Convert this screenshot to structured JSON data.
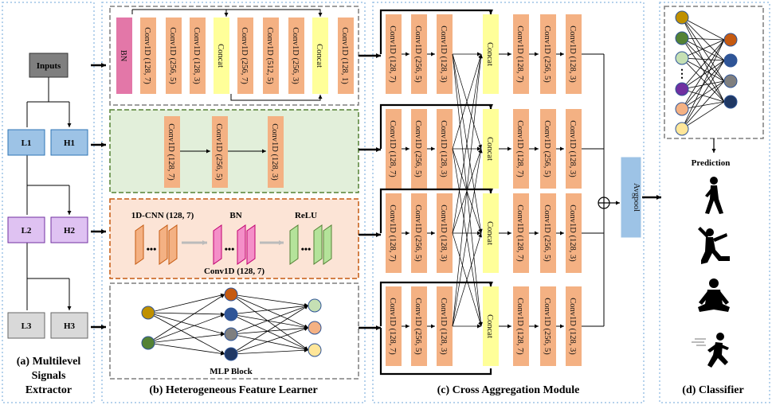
{
  "captions": {
    "extractor_line1": "(a) Multilevel",
    "extractor_line2": "Signals",
    "extractor_line3": "Extractor",
    "learner": "(b) Heterogeneous Feature Learner",
    "aggregation": "(c) Cross Aggregation Module",
    "classifier": "(d) Classifier"
  },
  "extractor": {
    "inputs": "Inputs",
    "levels": [
      {
        "low": "L1",
        "high": "H1"
      },
      {
        "low": "L2",
        "high": "H2"
      },
      {
        "low": "L3",
        "high": "H3"
      }
    ]
  },
  "learner": {
    "branch1": {
      "bn": "BN",
      "convs": [
        "Conv1D (128, 7)",
        "Conv1D (256, 5)",
        "Conv1D (128, 3)"
      ],
      "concat1": "Concat",
      "convs2": [
        "Conv1D (256, 7)",
        "Conv1D (512, 5)",
        "Conv1D (256, 3)"
      ],
      "concat2": "Concat",
      "final": "Conv1D (128, 1)"
    },
    "branch2": {
      "convs": [
        "Conv1D (128, 7)",
        "Conv1D (256, 5)",
        "Conv1D (128, 3)"
      ]
    },
    "branch3": {
      "cnn": "1D-CNN (128, 7)",
      "bn": "BN",
      "relu": "ReLU",
      "conv": "Conv1D (128, 7)",
      "dots": "•••"
    },
    "branch4": {
      "label": "MLP Block"
    }
  },
  "aggregation": {
    "rows": [
      {
        "left": [
          "Conv1D (128, 7)",
          "Conv1D (256, 5)",
          "Conv1D (128, 3)"
        ],
        "concat": "Concat",
        "right": [
          "Conv1D (128, 7)",
          "Conv1D (256, 5)",
          "Conv1D (128, 3)"
        ]
      },
      {
        "left": [
          "Conv1D (128, 7)",
          "Conv1D (256, 5)",
          "Conv1D (128, 3)"
        ],
        "concat": "Concat",
        "right": [
          "Conv1D (128, 7)",
          "Conv1D (256, 5)",
          "Conv1D (128, 3)"
        ]
      },
      {
        "left": [
          "Conv1D (128, 7)",
          "Conv1D (256, 5)",
          "Conv1D (128, 3)"
        ],
        "concat": "Concat",
        "right": [
          "Conv1D (128, 7)",
          "Conv1D (256, 5)",
          "Conv1D (128, 3)"
        ]
      },
      {
        "left": [
          "Conv1D (128, 7)",
          "Conv1D (256, 5)",
          "Conv1D (128, 3)"
        ],
        "concat": "Concat",
        "right": [
          "Conv1D (128, 7)",
          "Conv1D (256, 5)",
          "Conv1D (128, 3)"
        ]
      }
    ],
    "avgpool": "Avgpool"
  },
  "classifier": {
    "prediction": "Prediction",
    "dots": "⋮",
    "icons": [
      "walking-person-icon",
      "stretching-person-icon",
      "sitting-person-icon",
      "running-person-icon"
    ]
  },
  "colors": {
    "conv": "#f4b183",
    "concat": "#ffff99",
    "bn": "#e06699",
    "avgpool": "#9dc3e6",
    "green_bg": "#e2efda",
    "peach_bg": "#fce4d6",
    "inputs": "#7f7f7f",
    "level1": "#9dc3e6",
    "level2": "#d9b3f0",
    "level3": "#d9d9d9"
  }
}
